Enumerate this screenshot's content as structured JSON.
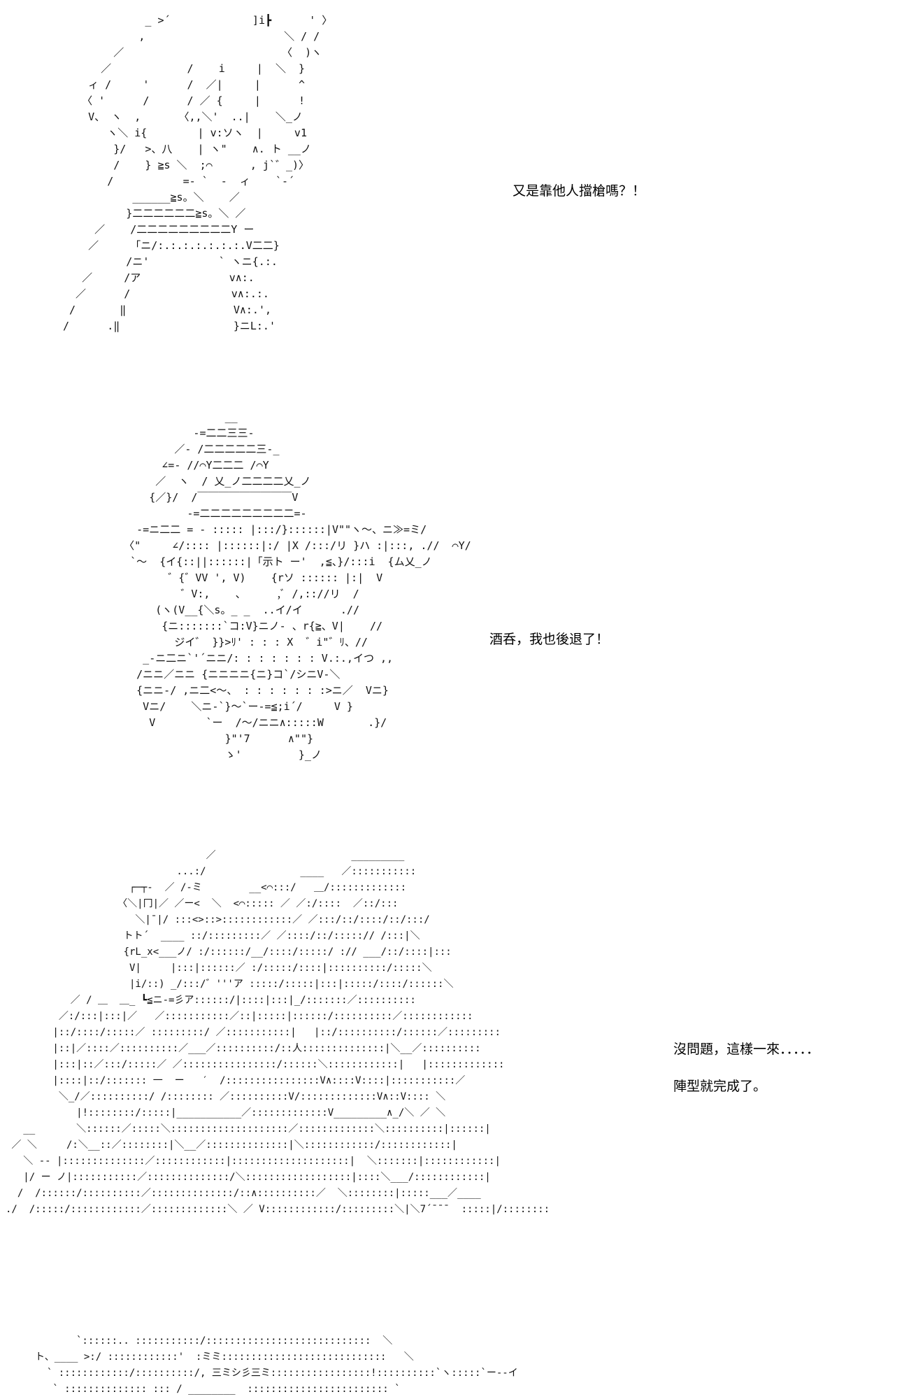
{
  "panels": [
    {
      "dialogue": [
        "又是靠他人擋槍嗎？！"
      ],
      "art": [
        "             _ >´             ]i┣      ' 〉",
        "            ,                      ＼ / /",
        "        ／                         〈  )ヽ",
        "      ／            /    i     |  ＼  }",
        "    ィ /     '      /  ／|     |      ^",
        "   〈 '      /      / ／ {     |      !",
        "    V、 ヽ  ,      〈,,＼'  ..|    ＼_ノ",
        "       ヽ＼ i{        | v:ソヽ  |     v1",
        "        }/   >、八    | ヽ\"    ∧. ト __ノ",
        "        /    } ≧s ＼  ;⌒      , j`゛_)〉",
        "       /           =- `  -  ィ    `-´",
        "           ______≧s。＼    ／",
        "          }二二二二二二≧s。＼ ／",
        "     ／    /二二二二二二二二二Y ー",
        "    ／     「ニ/:.:.:.:.:.:.:.V二二}",
        "          /ニ'           ` ヽニ{.:.",
        "   ／     /ア              v∧:.",
        "  ／      /                v∧:.:.",
        " /       ‖                 V∧:.',",
        "/      .‖                  }ニL:.'"
      ]
    },
    {
      "dialogue": [
        "酒呑，我也後退了！"
      ],
      "art": [
        "                   __",
        "              -=二二三三-",
        "           ／- /二二二二二三-_",
        "         ∠=- //⌒Y二二二 /⌒Y",
        "        ／  ヽ  / 乂_ノ二二二二乂_ノ",
        "       {／}/  /￣￣￣￣￣￣￣￣￣V",
        "             -=二二二二二二二二二=-",
        "     -=ニ二二 = - ::::: |:::/}::::::|V\"\"ヽ〜、ニ≫=ミ/",
        "   〈\"     ∠/:::: |::::::|:/ |X /:::/リ }ハ :|:::, .//  ⌒Y/",
        "    `〜  {イ{::||::::::|「示ト ー'  ,≦、}/:::i  {ム乂_ノ",
        "          ゛{゛VV ', V)    {rソ :::::: |:|  V",
        "            ゛V:,    、     ,ﾞ /,:://リ  /",
        "        (ヽ(V__{＼s。_ _  ..イ/イ      .//",
        "         {ニ:::::::`コ:V}ニノ- 、r{≧、V|    //",
        "           ジイ゛ }}>ﾘ' : : : X  ゛i\"゛ﾘ、//",
        "      _-ニ二ニ`'´ニニ/: : : : : : : V.:.,イつ ,,",
        "     /ニニ／ニニ {ニニニニ{ニ}コ`/シニV-＼",
        "     {ニニ-/ ,ニ二<〜、 : : : : : : :>ニ／  Vニ}",
        "      Vニ/    ＼ニ-`}〜`ー-=≦;i´/     V }",
        "       V        `ー  /〜/ニニ∧:::::W       .}/",
        "                   }\"'7      ∧\"\"}",
        "                   ゝ'         }_ノ"
      ]
    },
    {
      "dialogue": [
        "沒問題，這樣一來．．．．．",
        "陣型就完成了。"
      ],
      "art": [
        "                                  ／                       _________",
        "                             ...:/                ____   ／:::::::::::",
        "                     ┌─┬-  ／ /-ミ        __<⌒:::/   ＿/:::::::::::::",
        "                   〈＼|冂|／ ／ー<  ＼  <⌒::::: ／ ／:/::::  ／::/:::",
        "                      ＼|¯|/ :::<>::>::::::::::::／ ／:::/::/::::/::/:::/",
        "                    トト´  ____ ::/:::::::::／ ／::::/::/:::::// /:::|＼",
        "                    {rL_x<___ノ/ :/::::::/__/::::/:::::/ :// ___/::/::::|:::",
        "                     V|     |:::|::::::／ :/:::::/::::|::::::::::/:::::＼",
        "                     |i/::) _/:::/゛'''ア :::::/:::::|:::|:::::/::::/::::::＼",
        "           ／ / ＿  ＿_ ┗≦ニ-=彡ア::::::/|::::|:::|_/:::::::／::::::::::",
        "         ／:/:::|:::|／   ／:::::::::::／::|:::::|::::::/::::::::::／::::::::::::",
        "        |::/::::/:::::／ :::::::::/ ／:::::::::::|   |::/::::::::::/::::::／:::::::::",
        "        |::|／::::／::::::::::／___／::::::::::/::人::::::::::::::|＼__／::::::::::",
        "        |:::|::／:::/:::::／ ／::::::::::::::::/::::::＼::::::::::::|   |:::::::::::::",
        "        |::::|::/::::::: 一  ー   ′  /::::::::::::::::V∧::::V::::|:::::::::::／",
        "         ＼_/／::::::::::/ /:::::::: ／::::::::::V/:::::::::::::V∧::V:::: ＼",
        "            |!::::::::/:::::|___________／:::::::::::::V_________∧_/＼ ／ ＼",
        "   __       ＼::::::／:::::＼::::::::::::::::::::／:::::::::::::＼::::::::::|::::::|",
        " ／ ＼     /:＼__::／::::::::|＼__／::::::::::::::|＼::::::::::::/::::::::::::|",
        "   ＼ -- |::::::::::::::／::::::::::::|::::::::::::::::::::|  ＼:::::::|::::::::::::|",
        "   |/ ー ノ|:::::::::::／::::::::::::::/＼::::::::::::::::::|::::＼___/::::::::::::|",
        "  /  /::::::/::::::::::／::::::::::::::/::∧::::::::::／  ＼::::::::|:::::___／____",
        "./  /:::::/::::::::::::／:::::::::::::＼ ／ V::::::::::::/:::::::::＼|＼7´¯¯¯  :::::|/::::::::"
      ]
    },
    {
      "dialogue": [],
      "art": [
        "       `::::::.. :::::::::::/::::::::::::::::::::::::::::  ＼",
        "ト、____ >:/ ::::::::::::'  :ミミ::::::::::::::::::::::::::::   ＼",
        "  ` ::::::::::::/::::::::::/, 三ミシ彡三ミ:::::::::::::::::!::::::::::`ヽ:::::`ー--イ",
        "   ` :::::::::::::: ::: / ________  :::::::::::::::::::::::: `"
      ]
    }
  ]
}
